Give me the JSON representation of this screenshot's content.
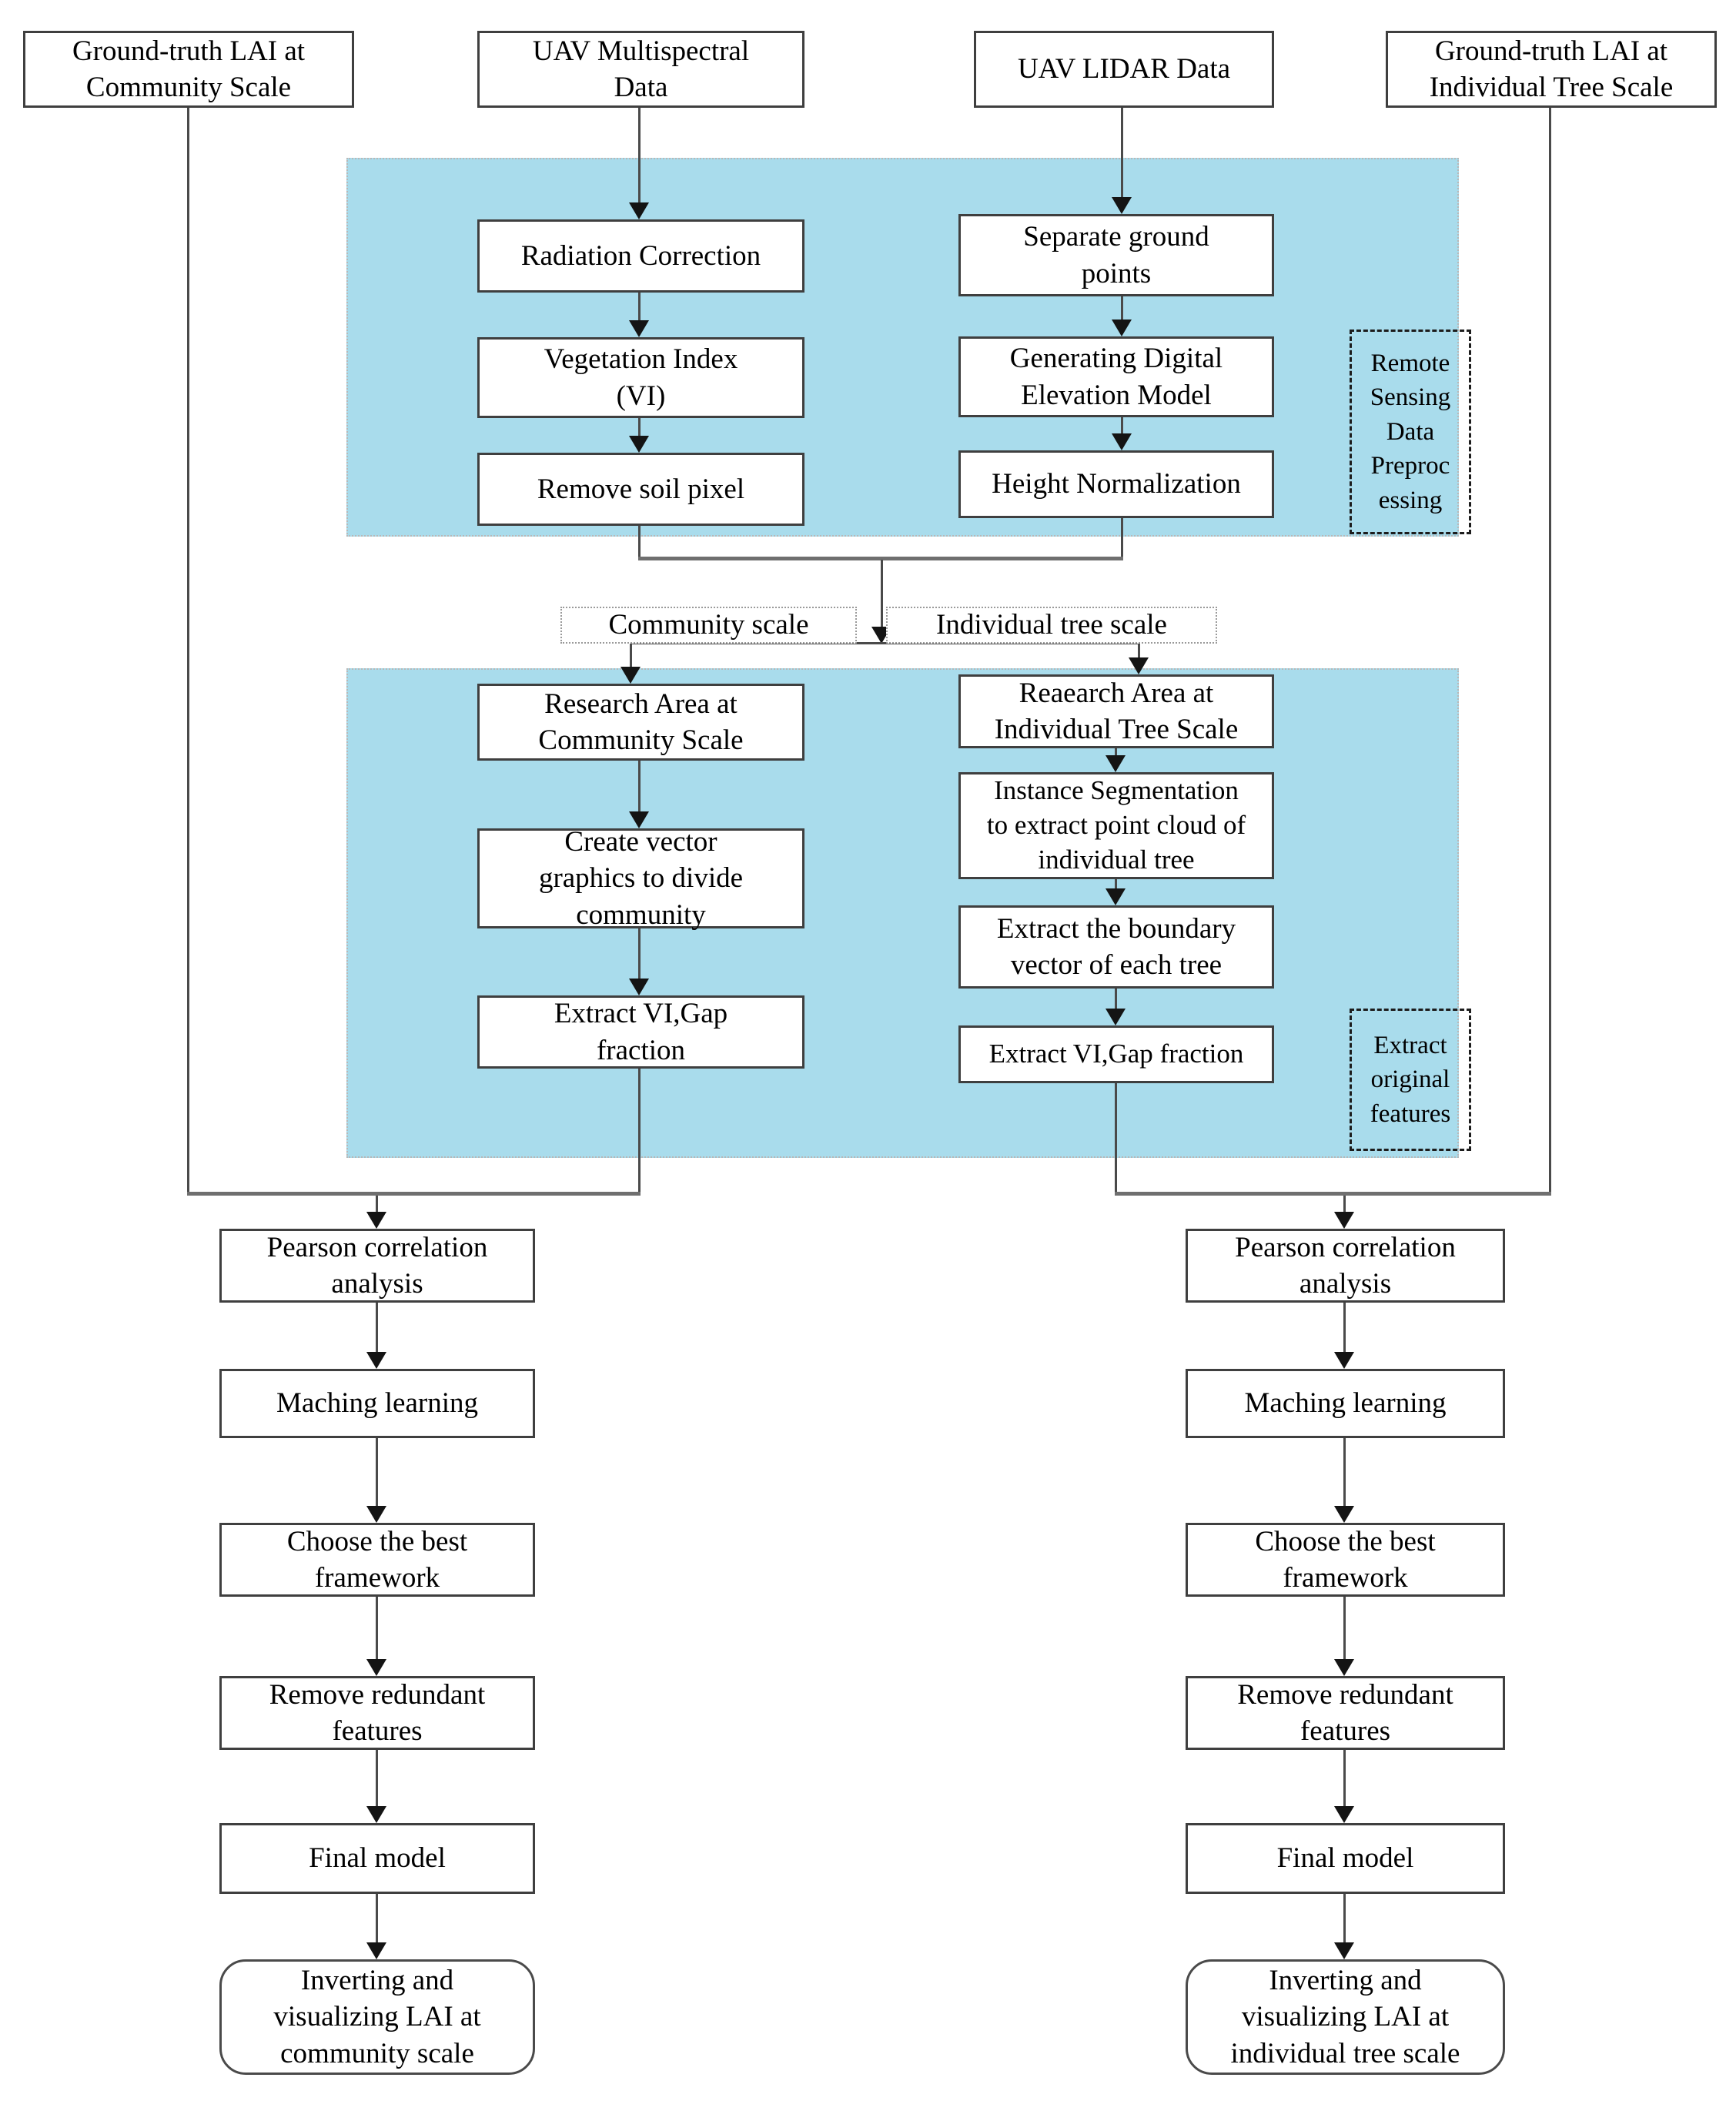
{
  "colors": {
    "region_fill": "#a9dcec",
    "box_border": "#3f3f3f",
    "line": "#4a4a4a"
  },
  "sources": {
    "gt_community": "Ground-truth LAI at\nCommunity Scale",
    "uav_multispectral": "UAV Multispectral\nData",
    "uav_lidar": "UAV LIDAR Data",
    "gt_individual": "Ground-truth LAI at\nIndividual Tree Scale"
  },
  "preprocessing": {
    "region_label": "Remote\nSensing\nData\nPreproc\nessing",
    "multispectral_steps": [
      "Radiation Correction",
      "Vegetation Index\n(VI)",
      "Remove soil pixel"
    ],
    "lidar_steps": [
      "Separate ground\npoints",
      "Generating Digital\nElevation Model",
      "Height Normalization"
    ]
  },
  "scale_labels": {
    "community": "Community scale",
    "individual": "Individual tree scale"
  },
  "feature_extraction": {
    "region_label": "Extract\noriginal\nfeatures",
    "community_steps": [
      "Research Area at\nCommunity Scale",
      "Create vector\ngraphics to divide\ncommunity",
      "Extract VI,Gap\nfraction"
    ],
    "individual_steps": [
      "Reaearch Area at\nIndividual Tree Scale",
      "Instance Segmentation\nto extract point cloud of\nindividual tree",
      "Extract the boundary\nvector of each tree",
      "Extract VI,Gap fraction"
    ]
  },
  "modeling": {
    "community_steps": [
      "Pearson correlation\nanalysis",
      "Maching learning",
      "Choose the best\nframework",
      "Remove redundant\nfeatures",
      "Final model"
    ],
    "individual_steps": [
      "Pearson correlation\nanalysis",
      "Maching learning",
      "Choose the best\nframework",
      "Remove redundant\nfeatures",
      "Final model"
    ],
    "community_result": "Inverting and\nvisualizing LAI at\ncommunity scale",
    "individual_result": "Inverting and\nvisualizing LAI at\nindividual tree scale"
  }
}
